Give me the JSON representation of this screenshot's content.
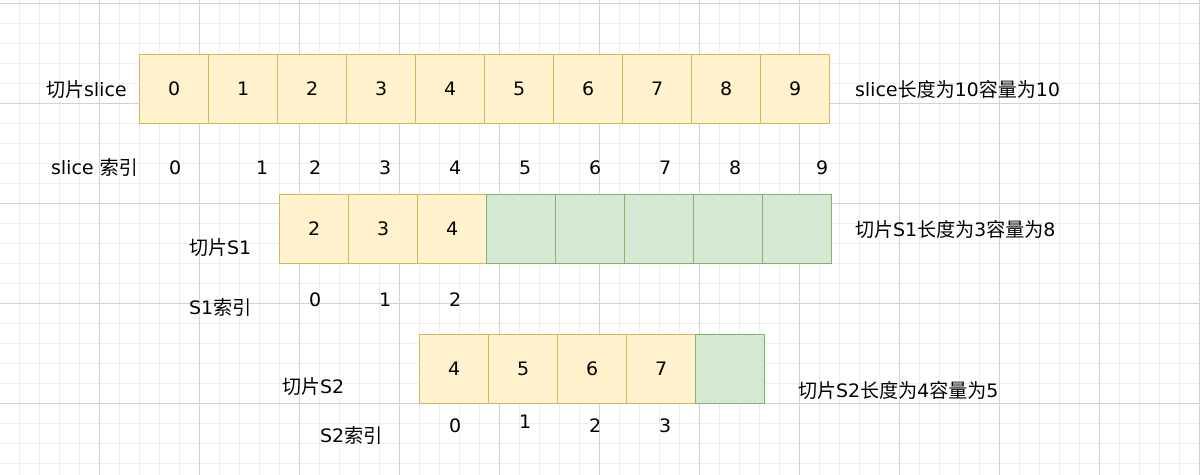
{
  "slice": {
    "label": "切片slice",
    "cells": [
      "0",
      "1",
      "2",
      "3",
      "4",
      "5",
      "6",
      "7",
      "8",
      "9"
    ],
    "info": "slice长度为10容量为10",
    "index_label": "slice 索引",
    "indices": [
      "0",
      "1",
      "2",
      "3",
      "4",
      "5",
      "6",
      "7",
      "8",
      "9"
    ]
  },
  "s1": {
    "label": "切片S1",
    "cells": [
      "2",
      "3",
      "4"
    ],
    "empty_count": 5,
    "info": "切片S1长度为3容量为8",
    "index_label": "S1索引",
    "indices": [
      "0",
      "1",
      "2"
    ]
  },
  "s2": {
    "label": "切片S2",
    "cells": [
      "4",
      "5",
      "6",
      "7"
    ],
    "empty_count": 1,
    "info": "切片S2长度为4容量为5",
    "index_label": "S2索引",
    "indices": [
      "0",
      "1",
      "2",
      "3"
    ]
  },
  "colors": {
    "filled_fill": "#fff2cc",
    "filled_stroke": "#d6b656",
    "empty_fill": "#d5e8d4",
    "empty_stroke": "#82b366"
  }
}
